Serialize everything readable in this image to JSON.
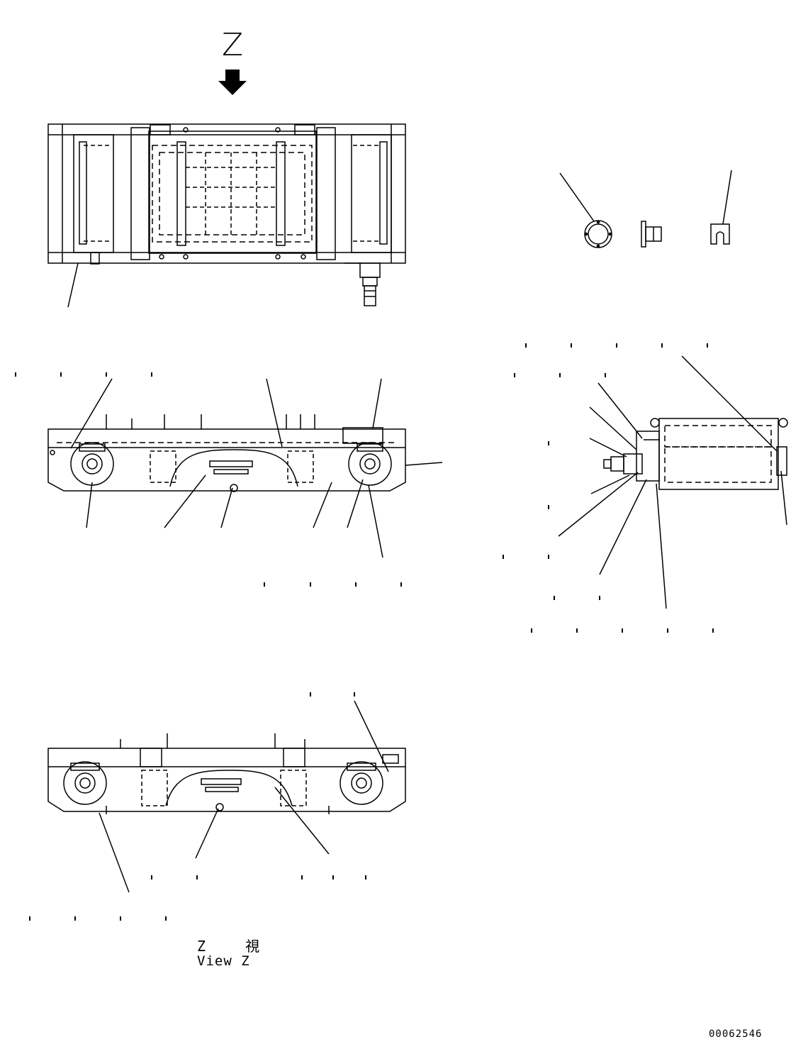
{
  "drawing": {
    "view_arrow_letter": "Z",
    "view_caption_jp": "Z 視",
    "view_caption_en": "View Z",
    "figure_number": "00062546"
  },
  "colors": {
    "line": "#000000",
    "background": "#ffffff"
  }
}
